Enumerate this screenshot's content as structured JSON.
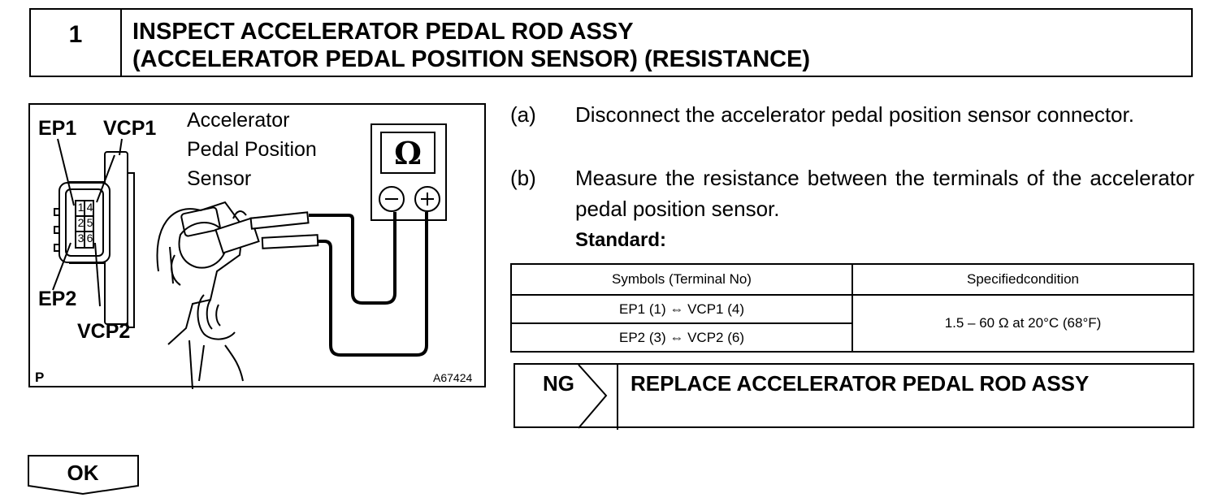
{
  "header": {
    "step_number": "1",
    "title_line1": "INSPECT ACCELERATOR PEDAL ROD ASSY",
    "title_line2": "(ACCELERATOR PEDAL POSITION SENSOR) (RESISTANCE)"
  },
  "figure": {
    "label_ep1": "EP1",
    "label_vcp1": "VCP1",
    "label_ep2": "EP2",
    "label_vcp2": "VCP2",
    "sensor_label_line1": "Accelerator",
    "sensor_label_line2": "Pedal Position",
    "sensor_label_line3": "Sensor",
    "ohm_symbol": "Ω",
    "pins": [
      "1",
      "4",
      "2",
      "5",
      "3",
      "6"
    ],
    "corner_letter": "P",
    "figure_code": "A67424",
    "icons": [
      "ohmmeter-icon",
      "minus-terminal-icon",
      "plus-terminal-icon",
      "connector-icon",
      "sensor-icon"
    ]
  },
  "instructions": [
    {
      "mark": "(a)",
      "text": "Disconnect the accelerator pedal position sensor connector."
    },
    {
      "mark": "(b)",
      "text": "Measure the resistance between the terminals of the accelerator pedal position sensor."
    }
  ],
  "standard_label": "Standard:",
  "spec_table": {
    "headers": [
      "Symbols (Terminal No)",
      "Specifiedcondition"
    ],
    "rows": [
      "EP1 (1) ⇔ VCP1 (4)",
      "EP2 (3) ⇔ VCP2 (6)"
    ],
    "condition": "1.5 – 60 Ω at 20°C (68°F)"
  },
  "ng": {
    "label": "NG",
    "action": "REPLACE ACCELERATOR PEDAL ROD ASSY"
  },
  "ok": {
    "label": "OK"
  }
}
